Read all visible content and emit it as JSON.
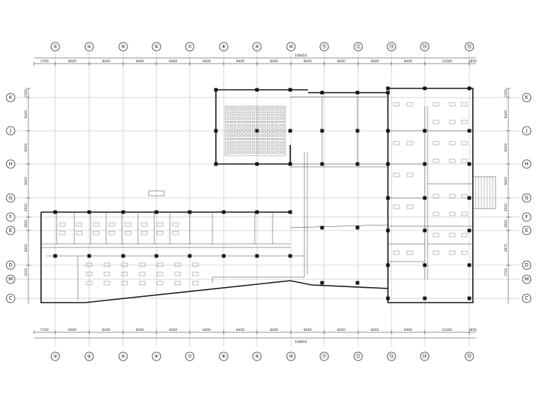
{
  "drawing": {
    "top_total_dimension": "108850",
    "bottom_total_dimension": "108850",
    "colors": {
      "line": "#111111",
      "grid": "#9a9a9a",
      "background": "#ffffff"
    },
    "column_axes": [
      {
        "label": "③"
      },
      {
        "label": "④"
      },
      {
        "label": "⑤"
      },
      {
        "label": "⑥"
      },
      {
        "label": "⑦"
      },
      {
        "label": "⑧"
      },
      {
        "label": "⑨"
      },
      {
        "label": "⑩"
      },
      {
        "label": "⑪"
      },
      {
        "label": "⑫"
      },
      {
        "label": "⑬"
      },
      {
        "label": "⑭"
      },
      {
        "label": "⑮"
      }
    ],
    "row_axes": [
      {
        "label": "K"
      },
      {
        "label": "J"
      },
      {
        "label": "H"
      },
      {
        "label": "G"
      },
      {
        "label": "F"
      },
      {
        "label": "E"
      },
      {
        "label": "D"
      },
      {
        "label": "M"
      },
      {
        "label": "C"
      }
    ],
    "top_segments": [
      "2700",
      "8400",
      "8400",
      "8400",
      "8400",
      "8400",
      "8400",
      "8400",
      "8400",
      "8400",
      "8400",
      "8400",
      "11000",
      "1850"
    ],
    "bottom_segments": [
      "5700",
      "8400",
      "8400",
      "8400",
      "8400",
      "8400",
      "8400",
      "8400",
      "8400",
      "8400",
      "8400",
      "8400",
      "11000",
      "1850"
    ],
    "left_segments": [
      "2300",
      "8400",
      "8400",
      "8400",
      "4500",
      "3600",
      "8400",
      "2100"
    ],
    "right_segments": [
      "2300",
      "8400",
      "8400",
      "8400",
      "4500",
      "3600",
      "4870",
      "3700"
    ]
  }
}
